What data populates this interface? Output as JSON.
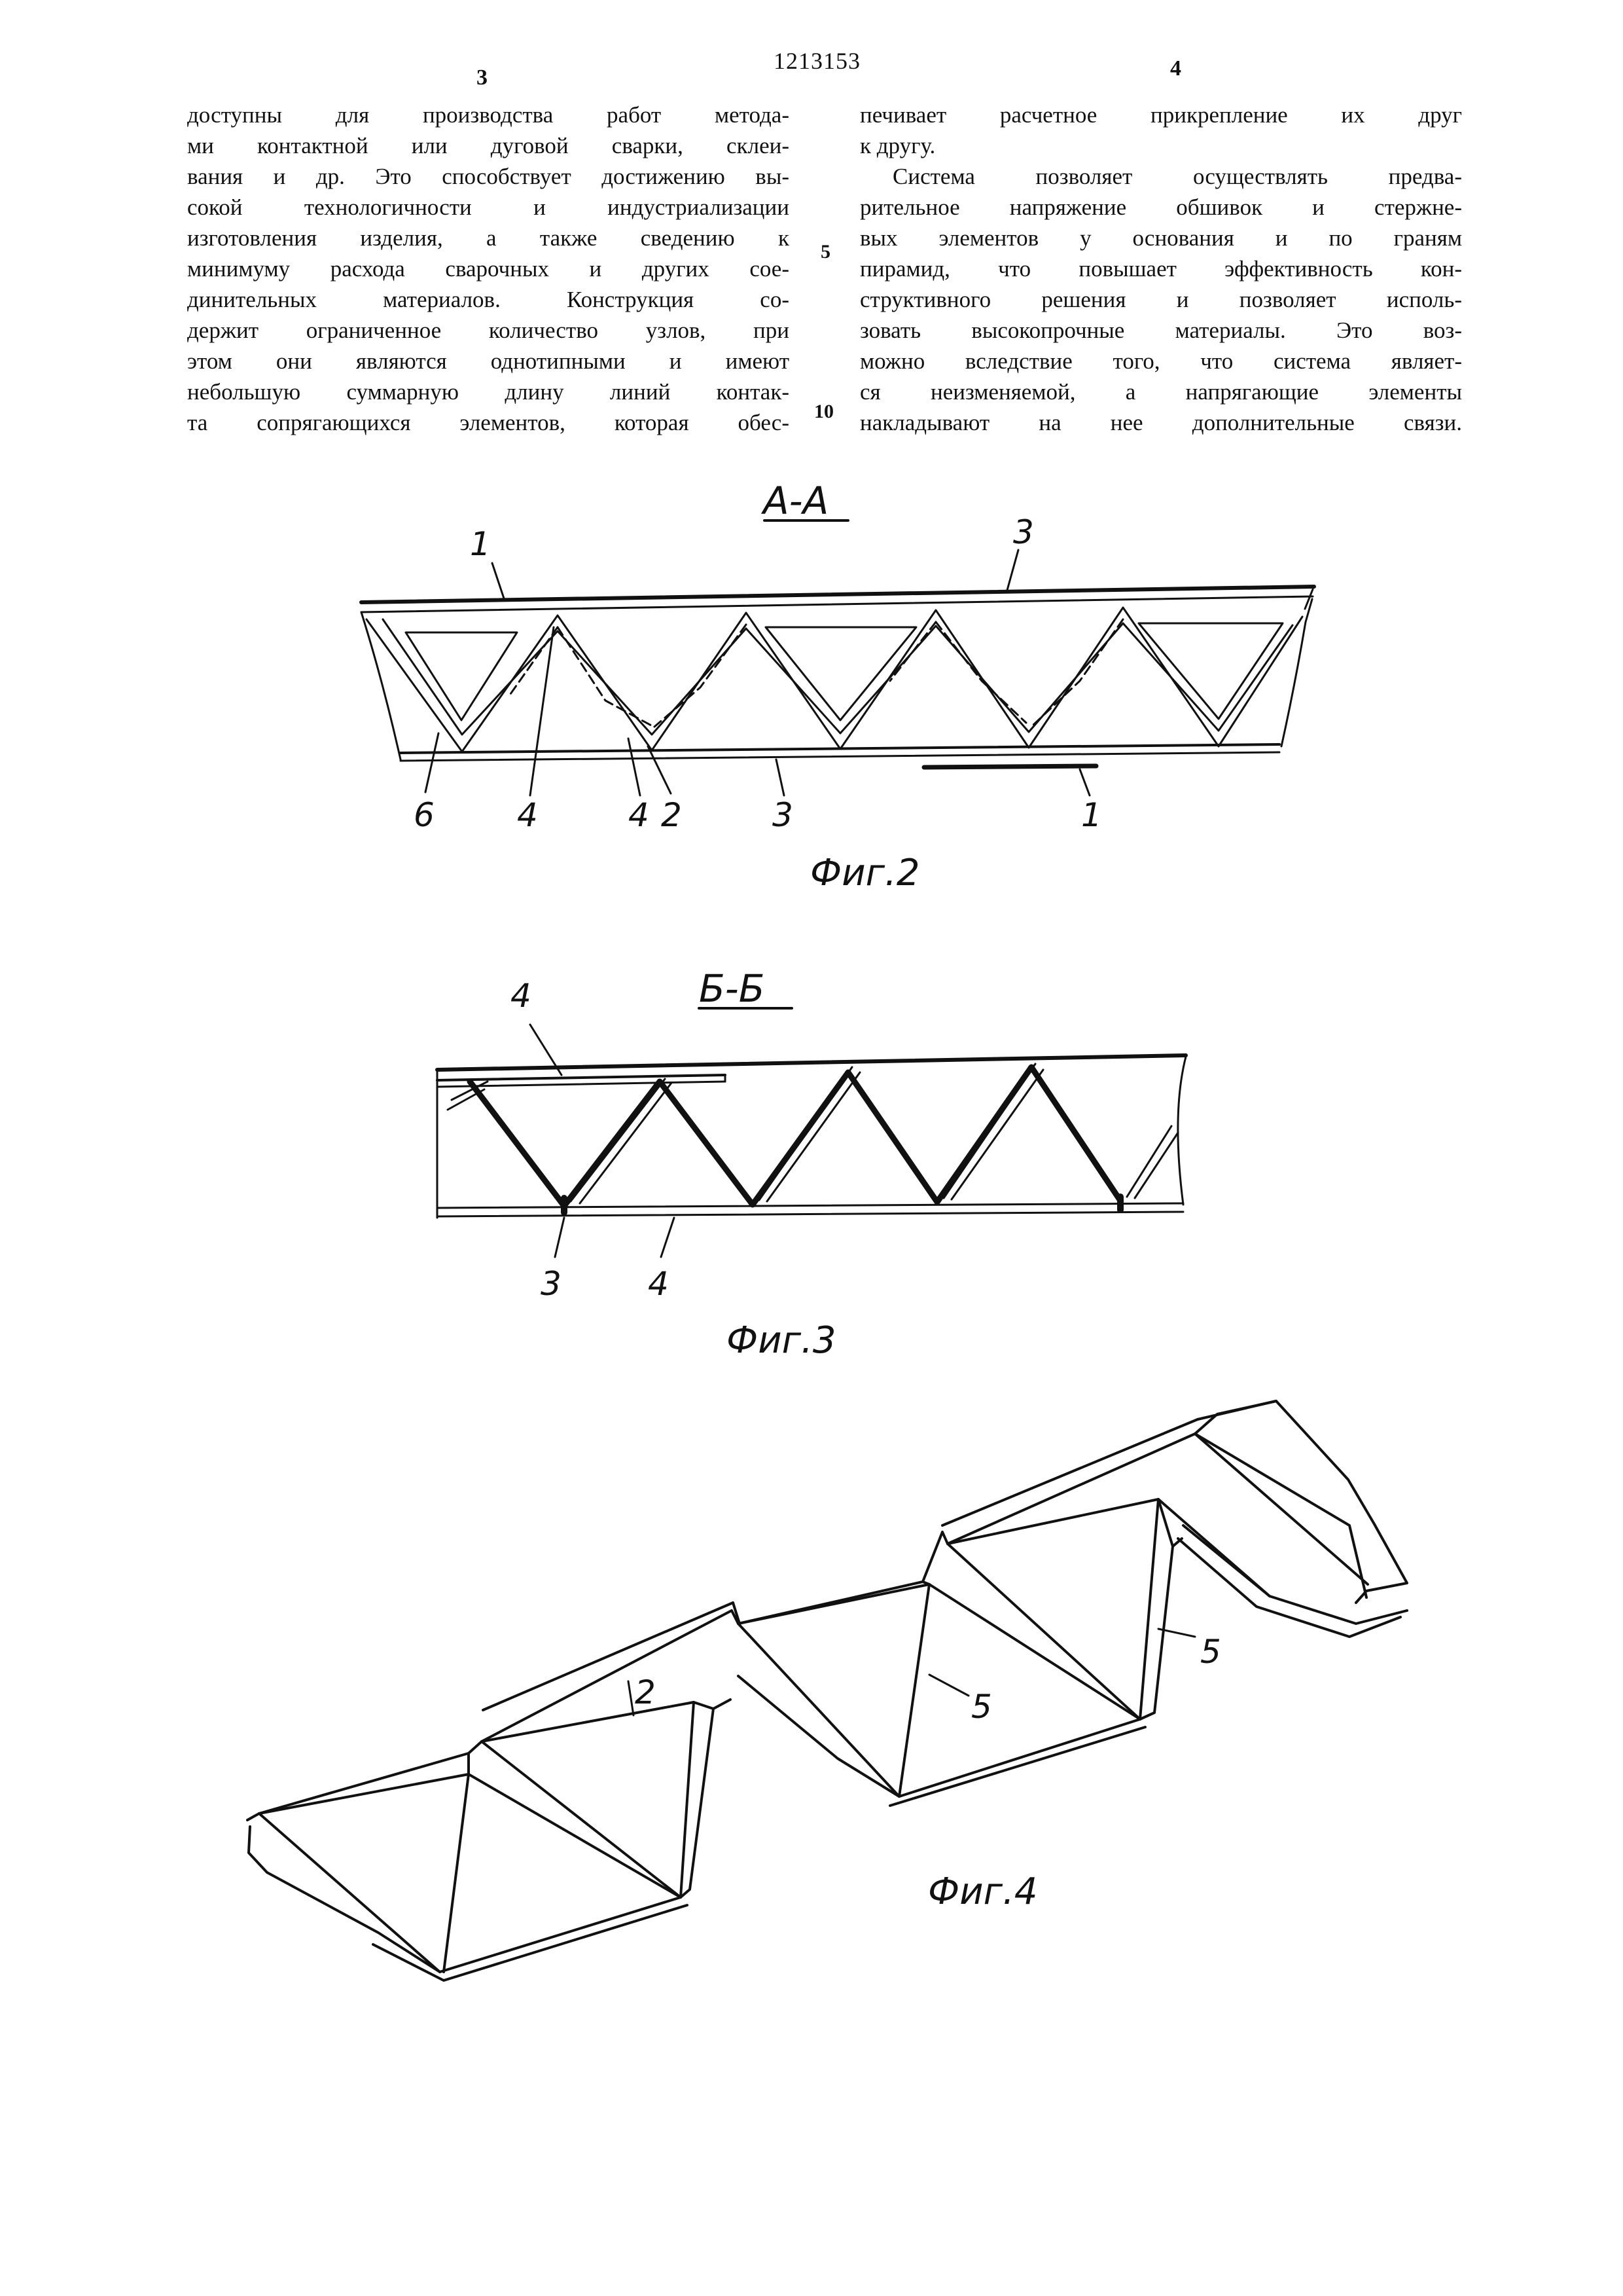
{
  "header": {
    "page_left": "3",
    "doc_number": "1213153",
    "page_right": "4"
  },
  "column_left": {
    "lines": [
      "доступны для производства работ метода-",
      "ми контактной или дуговой сварки, склеи-",
      "вания и др. Это способствует достижению вы-",
      "сокой технологичности и индустриализации",
      "изготовления изделия, а также сведению к",
      "минимуму расхода сварочных и других сое-",
      "динительных материалов. Конструкция со-",
      "держит ограниченное количество узлов, при",
      "этом они являются однотипными и имеют",
      "небольшую суммарную длину линий контак-",
      "та сопрягающихся элементов, которая обес-"
    ]
  },
  "column_right": {
    "lines": [
      "печивает расчетное прикрепление их друг",
      "к другу.",
      "Система позволяет осуществлять предва-",
      "рительное напряжение обшивок и стержне-",
      "вых элементов у основания и по граням",
      "пирамид, что повышает эффективность кон-",
      "структивного решения и позволяет исполь-",
      "зовать высокопрочные материалы. Это воз-",
      "можно вследствие того, что система являет-",
      "ся неизменяемой, а напрягающие элементы",
      "накладывают на нее дополнительные связи."
    ]
  },
  "line_markers": {
    "m5": "5",
    "m10": "10"
  },
  "fig2": {
    "section": "А-А",
    "caption": "Фиг.2",
    "labels": {
      "l1_top": "1",
      "l3_top": "3",
      "l6": "6",
      "l4a": "4",
      "l4b": "4",
      "l2": "2",
      "l3_bot": "3",
      "l1_bot": "1"
    }
  },
  "fig3": {
    "section": "Б-Б",
    "caption": "Фиг.3",
    "labels": {
      "l4_top": "4",
      "l3_bot": "3",
      "l4_bot": "4"
    }
  },
  "fig4": {
    "caption": "Фиг.4",
    "labels": {
      "l2": "2",
      "l5a": "5",
      "l5b": "5"
    }
  }
}
